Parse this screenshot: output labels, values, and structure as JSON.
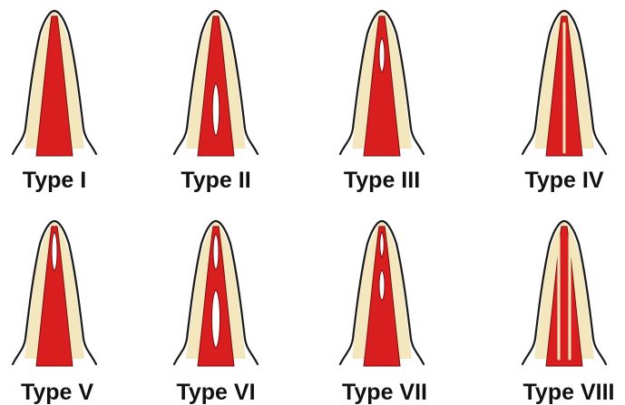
{
  "colors": {
    "canal": "#d81e1e",
    "canal_edge": "#7a0f0f",
    "dentin": "#f4e6bd",
    "outline": "#1a1a1a",
    "label": "#111111"
  },
  "types": [
    {
      "label": "Type I",
      "pattern": "1"
    },
    {
      "label": "Type II",
      "pattern": "2-1"
    },
    {
      "label": "Type III",
      "pattern": "1-2-1"
    },
    {
      "label": "Type IV",
      "pattern": "2"
    },
    {
      "label": "Type V",
      "pattern": "1-2"
    },
    {
      "label": "Type VI",
      "pattern": "2-1-2"
    },
    {
      "label": "Type VII",
      "pattern": "1-2-1-2"
    },
    {
      "label": "Type VIII",
      "pattern": "3"
    }
  ]
}
